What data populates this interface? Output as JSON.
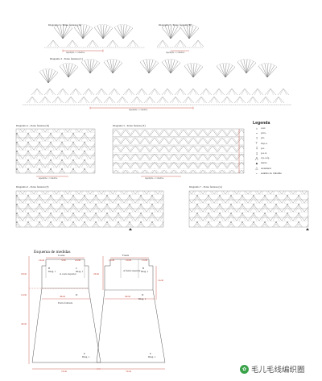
{
  "diagrams": {
    "d1": "Diagrama 1 - Ponto fantasia (A)",
    "d2": "Diagrama 2 - Ponto fantasia (B)",
    "d3": "Diagrama 3 - Ponto fantasia (C)",
    "d4": "Diagrama 4 - Ponto fantasia (D)",
    "d5": "Diagrama 5 - Ponto fantasia (E)",
    "d6": "Diagrama 6 - Ponto fantasia (F)",
    "d7": "Diagrama 7 - Ponto fantasia (G)",
    "repeat": "repetição = 1 motivo"
  },
  "legend": {
    "title": "Legenda",
    "items": [
      {
        "sym": "○",
        "label": "corr."
      },
      {
        "sym": "•",
        "label": "p.bx."
      },
      {
        "sym": "†",
        "label": "p.b."
      },
      {
        "sym": "⊤",
        "label": "m.p.a."
      },
      {
        "sym": "‡",
        "label": "p.a."
      },
      {
        "sym": "‡",
        "label": "p.a.d."
      },
      {
        "sym": "⋀",
        "label": "2 p.a.f.j."
      },
      {
        "sym": "▲",
        "label": "início"
      },
      {
        "sym": "△",
        "label": "arrematar"
      },
      {
        "sym": "←",
        "label": "sentido do trabalho"
      }
    ]
  },
  "schematic": {
    "title": "Esquema de medidas",
    "back": {
      "label": "Costas",
      "top_segments": [
        "16cm",
        "5cm",
        "16cm"
      ],
      "left_top": "18cm",
      "left_mid": "14cm",
      "left_bottom": "43cm",
      "row_blocks": [
        {
          "code": "B",
          "sub": "Diag. 1"
        },
        {
          "code": "C",
          "sub": "Diag. 1"
        }
      ],
      "center_block": "A costa superior",
      "mid_width": "46cm",
      "mid_code": "D",
      "mid_sub": "Ponto fantasia",
      "bottom_code": "E",
      "bottom_sub": "Diag. 1",
      "bottom_width": "72cm"
    },
    "front": {
      "label": "Frente",
      "top_segments": [
        "15cm",
        "10cm",
        "15cm"
      ],
      "left_top": "22cm",
      "right_top": "14cm",
      "center_block": "A frente superior",
      "row_block": {
        "code": "B",
        "sub": "Diag. 1"
      },
      "mid_width": "40cm",
      "mid_code": "D",
      "mid_sub": "Diag. 1",
      "bottom_code": "E",
      "bottom_sub": "Diag. 1",
      "bottom_width": "72cm"
    }
  },
  "watermark": "毛儿毛线编织圈"
}
